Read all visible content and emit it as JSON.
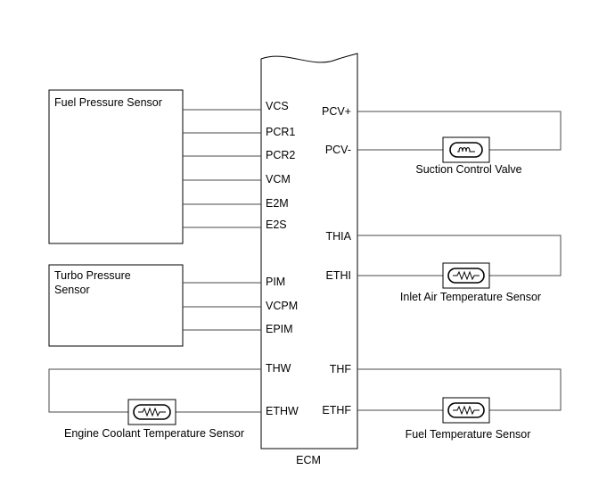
{
  "ecm": {
    "label": "ECM"
  },
  "components": {
    "fuel_pressure_sensor": {
      "label": "Fuel Pressure Sensor"
    },
    "turbo_pressure_sensor": {
      "label_line1": "Turbo Pressure",
      "label_line2": "Sensor"
    },
    "suction_control_valve": {
      "label": "Suction Control Valve",
      "symbol": "coil-icon"
    },
    "inlet_air_temperature_sensor": {
      "label": "Inlet Air Temperature Sensor",
      "symbol": "thermistor-icon"
    },
    "engine_coolant_temperature_sensor": {
      "label": "Engine Coolant Temperature Sensor",
      "symbol": "thermistor-icon"
    },
    "fuel_temperature_sensor": {
      "label": "Fuel Temperature Sensor",
      "symbol": "thermistor-icon"
    }
  },
  "pins": {
    "left": [
      "VCS",
      "PCR1",
      "PCR2",
      "VCM",
      "E2M",
      "E2S",
      "PIM",
      "VCPM",
      "EPIM",
      "THW",
      "ETHW"
    ],
    "right": [
      "PCV+",
      "PCV-",
      "THIA",
      "ETHI",
      "THF",
      "ETHF"
    ]
  }
}
